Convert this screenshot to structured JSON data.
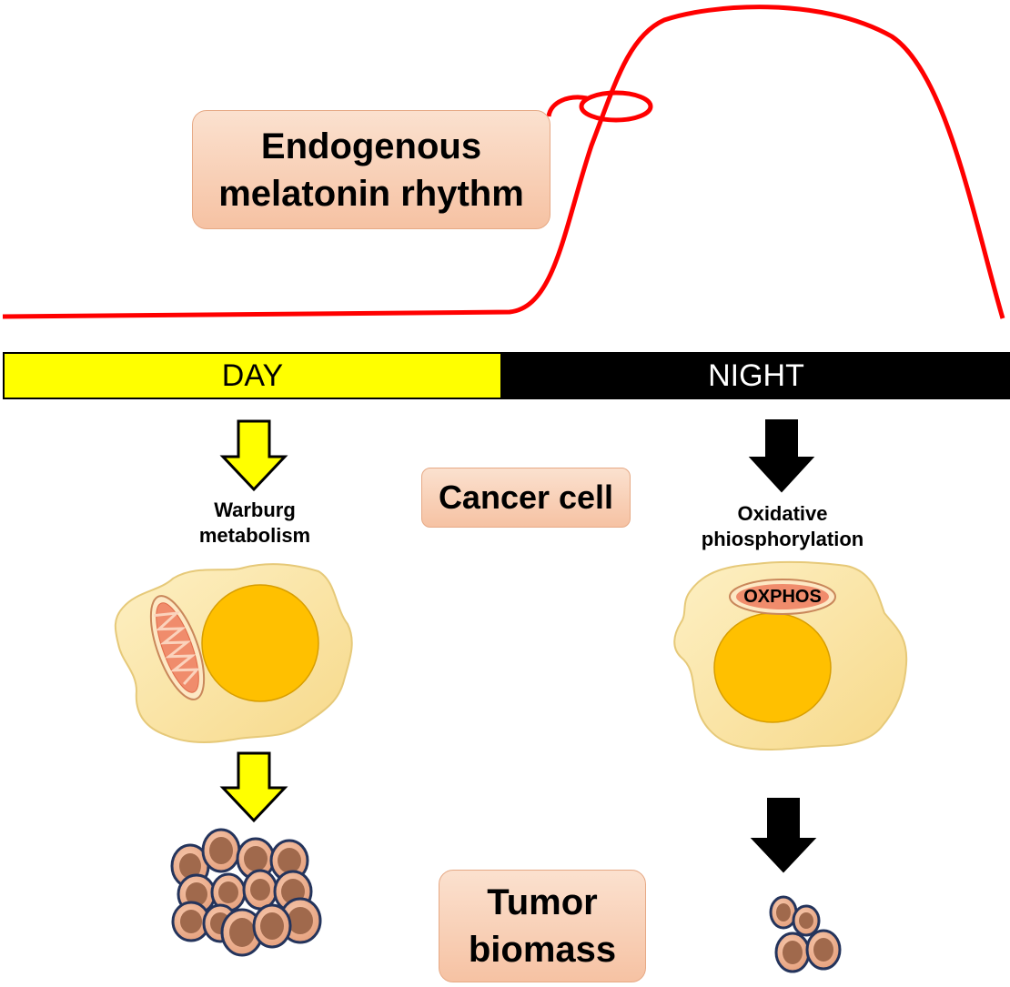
{
  "rhythm_label": {
    "line1": "Endogenous",
    "line2": "melatonin rhythm"
  },
  "timeline": {
    "day": "DAY",
    "night": "NIGHT"
  },
  "center_label": "Cancer cell",
  "day_branch": {
    "process_line1": "Warburg",
    "process_line2": "metabolism"
  },
  "night_branch": {
    "process_line1": "Oxidative",
    "process_line2": "phiosphorylation",
    "organelle_label": "OXPHOS"
  },
  "bottom_label": {
    "line1": "Tumor",
    "line2": "biomass"
  },
  "colors": {
    "curve": "#ff0000",
    "day_bar": "#ffff00",
    "night_bar": "#000000",
    "cell_fill": "#fbe3a0",
    "nucleus": "#ffc000",
    "mitochondrion": "#f08c6c",
    "tumor_cell_fill": "#e8a17d",
    "tumor_nucleus": "#a0694c"
  }
}
